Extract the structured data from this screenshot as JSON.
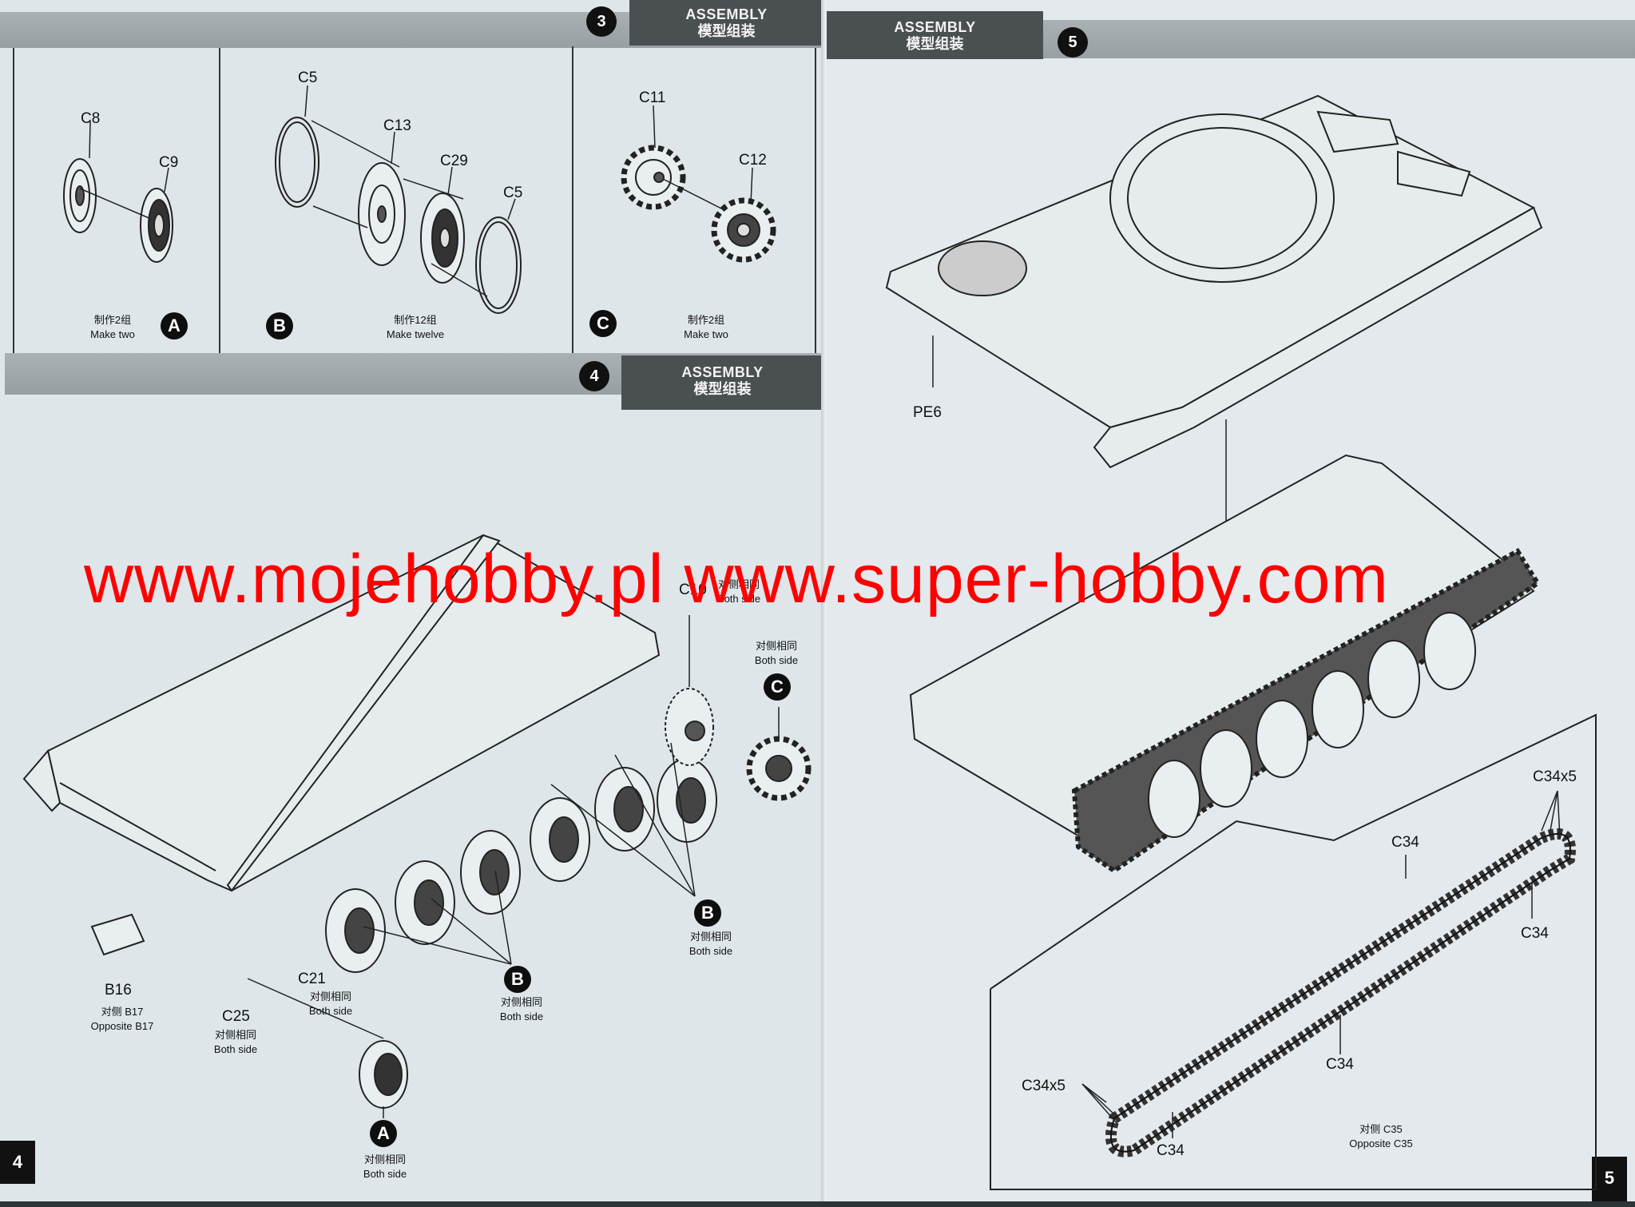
{
  "left_page": {
    "number": "4",
    "step3": {
      "number": "3",
      "title_en": "ASSEMBLY",
      "title_zh": "模型组装",
      "panel_a": {
        "badge": "A",
        "parts": [
          "C8",
          "C9"
        ],
        "note_zh": "制作2组",
        "note_en": "Make two"
      },
      "panel_b": {
        "badge": "B",
        "parts": [
          "C5",
          "C13",
          "C29",
          "C5"
        ],
        "note_zh": "制作12组",
        "note_en": "Make twelve"
      },
      "panel_c": {
        "badge": "C",
        "parts": [
          "C11",
          "C12"
        ],
        "note_zh": "制作2组",
        "note_en": "Make two"
      }
    },
    "step4": {
      "number": "4",
      "title_en": "ASSEMBLY",
      "title_zh": "模型组装",
      "labels": {
        "c10": "C10",
        "c10_note_zh": "对侧相同",
        "c10_note_en": "Both side",
        "c_note_zh": "对侧相同",
        "c_note_en": "Both side",
        "c_badge": "C",
        "b_right_badge": "B",
        "b_right_note_zh": "对侧相同",
        "b_right_note_en": "Both side",
        "b_mid_badge": "B",
        "b_mid_note_zh": "对侧相同",
        "b_mid_note_en": "Both side",
        "b16": "B16",
        "b16_note_zh": "对侧  B17",
        "b16_note_en": "Opposite B17",
        "c21": "C21",
        "c21_note_zh": "对侧相同",
        "c21_note_en": "Both side",
        "c25": "C25",
        "c25_note_zh": "对侧相同",
        "c25_note_en": "Both side",
        "a_badge": "A",
        "a_note_zh": "对侧相同",
        "a_note_en": "Both side"
      }
    }
  },
  "right_page": {
    "number": "5",
    "step5": {
      "number": "5",
      "title_en": "ASSEMBLY",
      "title_zh": "模型组装",
      "labels": {
        "pe6": "PE6",
        "c34x5_top": "C34x5",
        "c34_top": "C34",
        "c34_right": "C34",
        "c34_mid": "C34",
        "c34x5_left": "C34x5",
        "c34_bottom": "C34",
        "opp_zh": "对侧  C35",
        "opp_en": "Opposite C35"
      }
    }
  },
  "watermark": "www.mojehobby.pl www.super-hobby.com"
}
